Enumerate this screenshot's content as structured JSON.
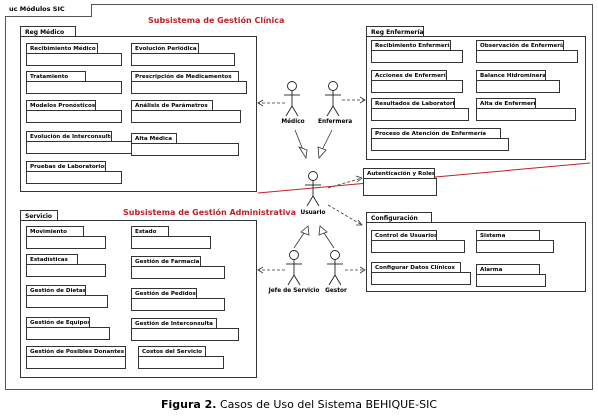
{
  "diagram": {
    "frame_label": "uc Módulos  SIC",
    "subsystems": {
      "clinica": "Subsistema de Gestión Clínica",
      "administrativa": "Subsistema de Gestión Administrativa"
    },
    "packages": {
      "reg_medico": {
        "title": "Reg Médico",
        "use_cases": [
          "Recibimiento Médico",
          "Evolución Periódica",
          "Tratamiento",
          "Prescripción de Medicamentos",
          "Modelos Pronósticos",
          "Análisis de Parámetros",
          "Evolución de Interconsulta",
          "Alta Médica",
          "Pruebas de Laboratorios"
        ]
      },
      "reg_enfermeria": {
        "title": "Reg Enfermería",
        "use_cases": [
          "Recibimiento Enfermería",
          "Observación de Enfermería",
          "Acciones de Enfermería",
          "Balance Hidromineral",
          "Resultados de Laboratorio",
          "Alta de Enfermería",
          "Proceso de Atención de Enfermería"
        ]
      },
      "servicio": {
        "title": "Servicio",
        "use_cases": [
          "Movimiento",
          "Estado",
          "Estadísticas",
          "Gestión de Farmacia",
          "Gestión de Dietas",
          "Gestión de Pedidos",
          "Gestión de Equipos",
          "Gestión de Interconsulta",
          "Gestión de Posibles Donantes",
          "Costos del Servicio"
        ]
      },
      "autenticacion": {
        "title": "Autenticación y Roles"
      },
      "configuracion": {
        "title": "Configuración",
        "use_cases": [
          "Control de Usuarios",
          "Sistema",
          "Configurar Datos Clínicos",
          "Alarma"
        ]
      }
    },
    "actors": {
      "medico": "Médico",
      "enfermera": "Enfermera",
      "usuario": "Usuario",
      "jefe": "Jefe de Servicio",
      "gestor": "Gestor"
    }
  },
  "caption": {
    "label": "Figura 2.",
    "text": " Casos de Uso del Sistema BEHIQUE-SIC"
  }
}
